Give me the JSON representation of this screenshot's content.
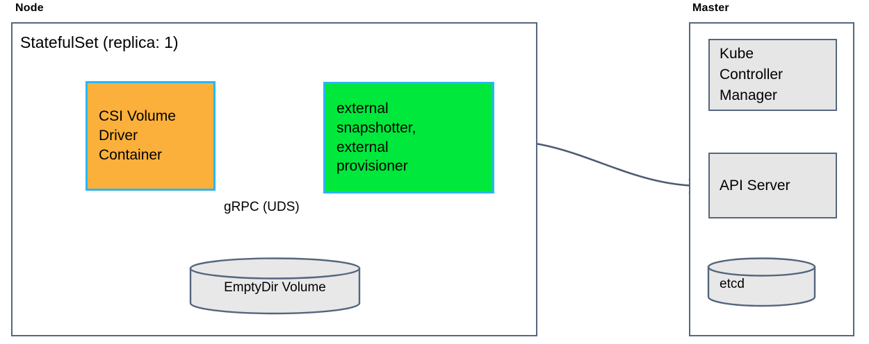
{
  "diagram": {
    "title_node": "Node",
    "title_master": "Master",
    "statefulset_title": "StatefulSet (replica: 1)",
    "colors": {
      "orange_fill": "#fbb03b",
      "green_fill": "#00e83c",
      "cyan_border": "#29b6f6",
      "gray_fill": "#e6e6e6",
      "slate_border": "#54667d",
      "arrow": "#4b5d72"
    },
    "nodes": {
      "csi_driver": "CSI Volume\nDriver\nContainer",
      "external_sidecars": "external\nsnapshotter,\nexternal\nprovisioner",
      "emptydir_volume": "EmptyDir Volume",
      "kube_controller_manager": "Kube\nController\nManager",
      "api_server": "API Server",
      "etcd": "etcd"
    },
    "edges": {
      "grpc_label": "gRPC (UDS)"
    }
  }
}
